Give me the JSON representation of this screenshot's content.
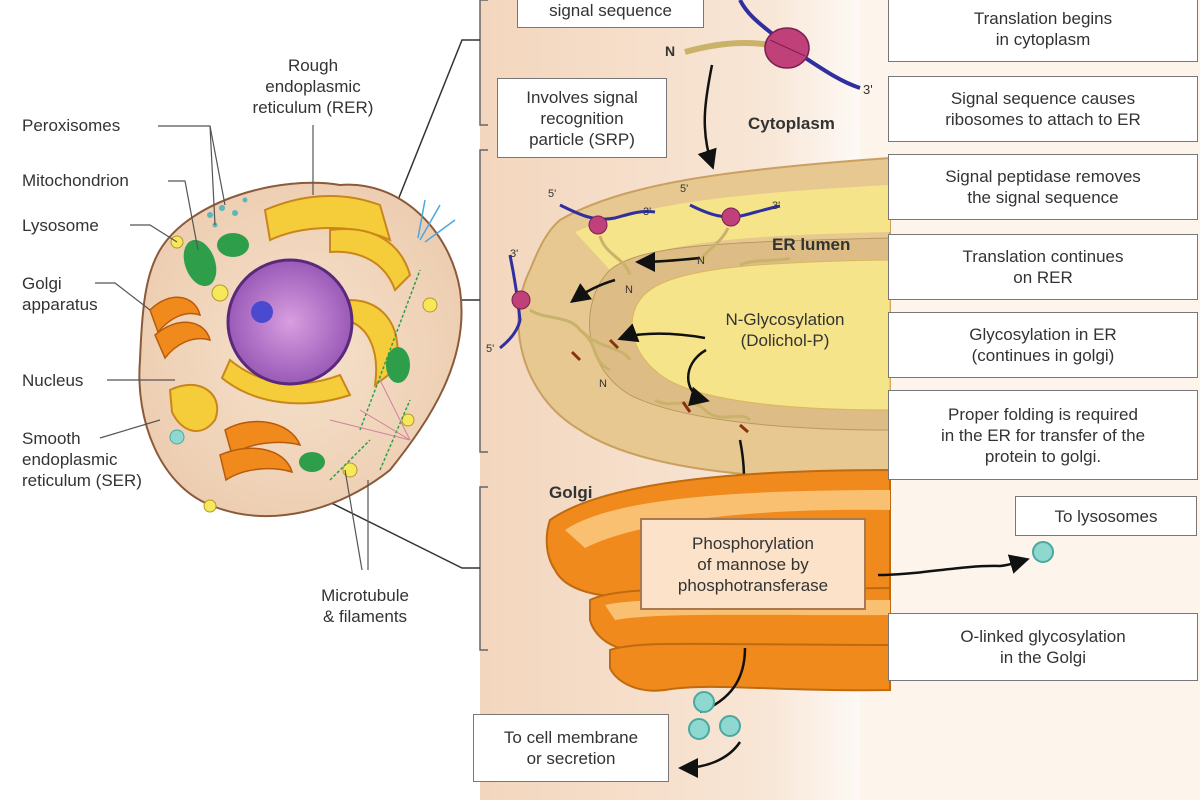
{
  "cell_labels": {
    "peroxisomes": "Peroxisomes",
    "mitochondrion": "Mitochondrion",
    "lysosome": "Lysosome",
    "golgi_apparatus": [
      "Golgi",
      "apparatus"
    ],
    "nucleus": "Nucleus",
    "ser": [
      "Smooth",
      "endoplasmic",
      "reticulum (SER)"
    ],
    "rer": [
      "Rough",
      "endoplasmic",
      "reticulum (RER)"
    ],
    "microtubule": [
      "Microtubule",
      "& filaments"
    ]
  },
  "center_labels": {
    "signal_sequence": "signal sequence",
    "srp": [
      "Involves signal",
      "recognition",
      "particle (SRP)"
    ],
    "cytoplasm": "Cytoplasm",
    "er_lumen": "ER lumen",
    "n_glyco": [
      "N-Glycosylation",
      "(Dolichol-P)"
    ],
    "golgi": "Golgi",
    "phosphorylation": [
      "Phosphorylation",
      "of mannose by",
      "phosphotransferase"
    ],
    "to_lysosomes": "To lysosomes",
    "to_membrane": [
      "To cell membrane",
      "or secretion"
    ],
    "n": "N",
    "five_prime": "5'",
    "three_prime": "3'"
  },
  "steps": [
    [
      "Translation begins",
      "in cytoplasm"
    ],
    [
      "Signal sequence causes",
      "ribosomes to attach to ER"
    ],
    [
      "Signal peptidase removes",
      "the signal sequence"
    ],
    [
      "Translation continues",
      "on RER"
    ],
    [
      "Glycosylation in ER",
      "(continues in golgi)"
    ],
    [
      "Proper folding is required",
      "in the ER for transfer of the",
      "protein to golgi."
    ],
    [
      "O-linked glycosylation",
      "in the Golgi"
    ]
  ],
  "colors": {
    "ribosome": "#c0407a",
    "mrna": "#2f2fa0",
    "protein": "#c9b36a",
    "er": "#f2d67a",
    "golgi": "#f08a1c",
    "vesicle": "#8ed8d0",
    "cell_cytoplasm": "#f3dcc4",
    "nucleus": "#9a5ab8"
  }
}
